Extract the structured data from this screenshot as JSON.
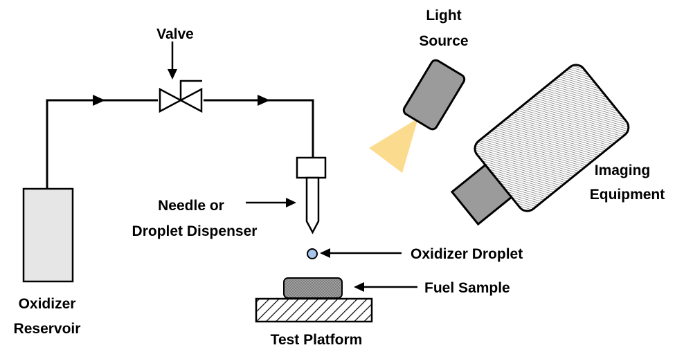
{
  "labels": {
    "valve": "Valve",
    "light_source_line1": "Light",
    "light_source_line2": "Source",
    "imaging_line1": "Imaging",
    "imaging_line2": "Equipment",
    "needle_line1": "Needle or",
    "needle_line2": "Droplet Dispenser",
    "oxidizer_droplet": "Oxidizer Droplet",
    "fuel_sample": "Fuel Sample",
    "reservoir_line1": "Oxidizer",
    "reservoir_line2": "Reservoir",
    "test_platform": "Test Platform"
  },
  "colors": {
    "line": "#000000",
    "reservoir_fill": "#e6e6e6",
    "light_body": "#9b9b9b",
    "light_beam": "#fbdc8e",
    "camera_lens": "#9b9b9b",
    "droplet": "#a8c6ea",
    "fuel_sample": "#7f7f7f"
  }
}
